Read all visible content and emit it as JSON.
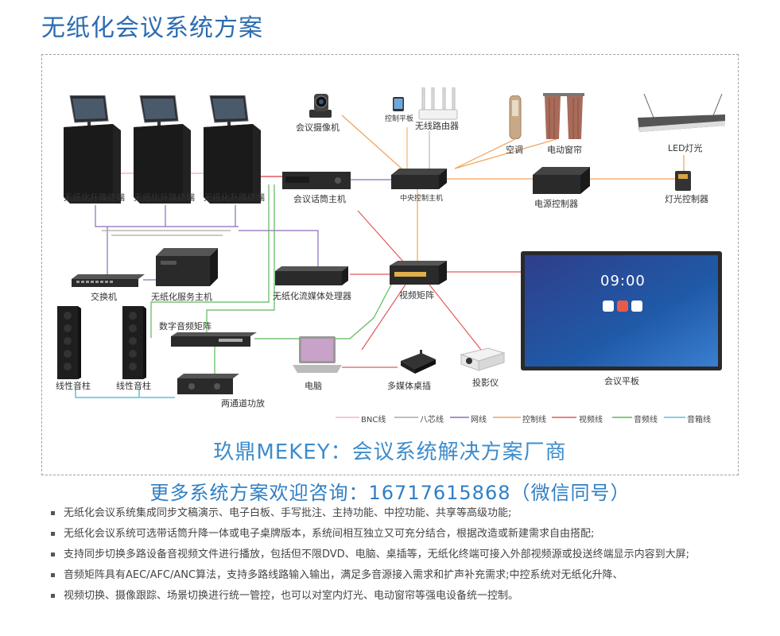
{
  "title": "无纸化会议系统方案",
  "devices": {
    "terminal_1": "无纸化升降终端",
    "terminal_2": "无纸化升降终端",
    "terminal_3": "无纸化升降终端",
    "camera": "会议摄像机",
    "tablet_small": "控制平板",
    "router": "无线路由器",
    "ac": "空调",
    "curtain": "电动窗帘",
    "led": "LED灯光",
    "mic_host": "会议话筒主机",
    "central_host": "中央控制主机",
    "power_ctrl": "电源控制器",
    "light_ctrl": "灯光控制器",
    "switch": "交换机",
    "server": "无纸化服务主机",
    "stream": "无纸化流媒体处理器",
    "video_matrix": "视频矩阵",
    "conf_panel": "会议平板",
    "audio_matrix": "数字音频矩阵",
    "speaker_1": "线性音柱",
    "speaker_2": "线性音柱",
    "amp": "两通道功放",
    "pc": "电脑",
    "desk_socket": "多媒体桌插",
    "projector": "投影仪",
    "screen_time": "09:00"
  },
  "legend": [
    {
      "label": "BNC线",
      "color": "#f2b8c6"
    },
    {
      "label": "八芯线",
      "color": "#a9a9a9"
    },
    {
      "label": "网线",
      "color": "#8a6fb8"
    },
    {
      "label": "控制线",
      "color": "#f0a35a"
    },
    {
      "label": "视频线",
      "color": "#e05a5a"
    },
    {
      "label": "音频线",
      "color": "#5cb85c"
    },
    {
      "label": "音箱线",
      "color": "#5bc0de"
    }
  ],
  "brand": "玖鼎MEKEY：会议系统解决方案厂商",
  "contact": "更多系统方案欢迎咨询：16717615868（微信同号）",
  "bullets": [
    "无纸化会议系统集成同步文稿演示、电子白板、手写批注、主持功能、中控功能、共享等高级功能;",
    "无纸化会议系统可选带话筒升降一体或电子桌牌版本，系统间相互独立又可充分结合，根据改造或新建需求自由搭配;",
    "支持同步切换多路设备音视频文件进行播放，包括但不限DVD、电脑、桌插等，无纸化终端可接入外部视频源或投送终端显示内容到大屏;",
    "音频矩阵具有AEC/AFC/ANC算法，支持多路线路输入输出，满足多音源接入需求和扩声补充需求;中控系统对无纸化升降、",
    "视频切换、摄像跟踪、场景切换进行统一管控，也可以对室内灯光、电动窗帘等强电设备统一控制。"
  ]
}
